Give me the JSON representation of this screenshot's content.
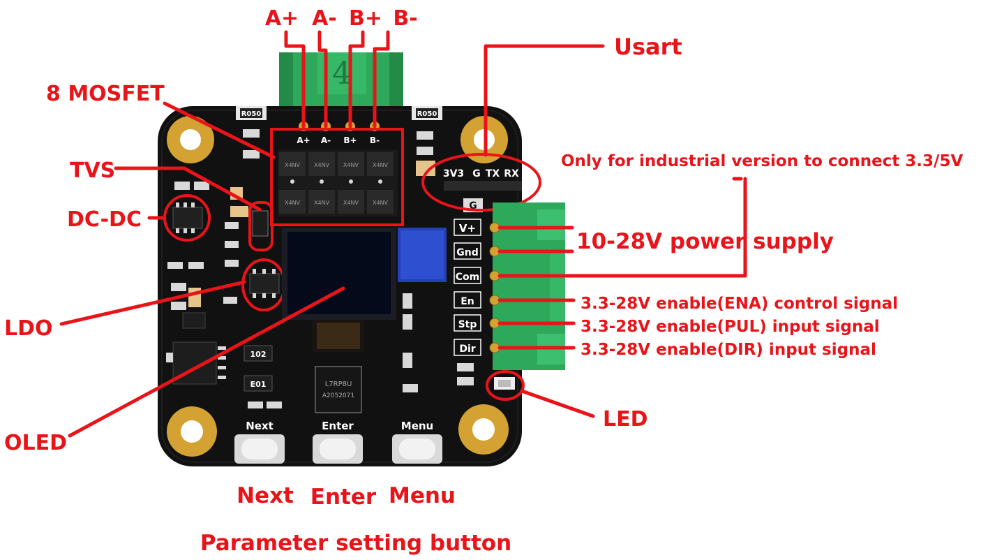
{
  "board": {
    "motor_pins": [
      "A+",
      "A-",
      "B+",
      "B-"
    ],
    "connector_mark": "4",
    "resistor_marks": [
      "R050",
      "R050"
    ],
    "mosfet_marks": [
      "X4NV",
      "X4NV",
      "X4NV",
      "X4NV",
      "X4NV",
      "X4NV",
      "X4NV",
      "X4NV"
    ],
    "uart_pins": [
      "3V3",
      "G",
      "TX",
      "RX"
    ],
    "gnd_mark": "G",
    "power_pins": [
      "V+",
      "Gnd",
      "Com",
      "En",
      "Stp",
      "Dir"
    ],
    "button_labels": [
      "Next",
      "Enter",
      "Menu"
    ],
    "mcu_marks": [
      "L7RP8U",
      "A2052071"
    ],
    "chip_marks": [
      "102",
      "E01"
    ]
  },
  "labels": {
    "a_plus": "A+",
    "a_minus": "A-",
    "b_plus": "B+",
    "b_minus": "B-",
    "usart": "Usart",
    "mosfet": "8 MOSFET",
    "tvs": "TVS",
    "dcdc": "DC-DC",
    "ldo": "LDO",
    "oled": "OLED",
    "industrial_note": "Only for industrial version to connect 3.3/5V",
    "power_supply": "10-28V power  supply",
    "ena": "3.3-28V enable(ENA) control signal",
    "pul": "3.3-28V enable(PUL) input signal",
    "dir": "3.3-28V enable(DIR) input signal",
    "led": "LED",
    "next": "Next",
    "enter": "Enter",
    "menu": "Menu",
    "param_button": "Parameter setting button"
  },
  "colors": {
    "annotation": "#e8141a",
    "pcb": "#111111",
    "connector": "#2ea85a",
    "oled_glass": "#050a1a",
    "blue_pot": "#2440b8",
    "gold_pad": "#d4a233"
  }
}
